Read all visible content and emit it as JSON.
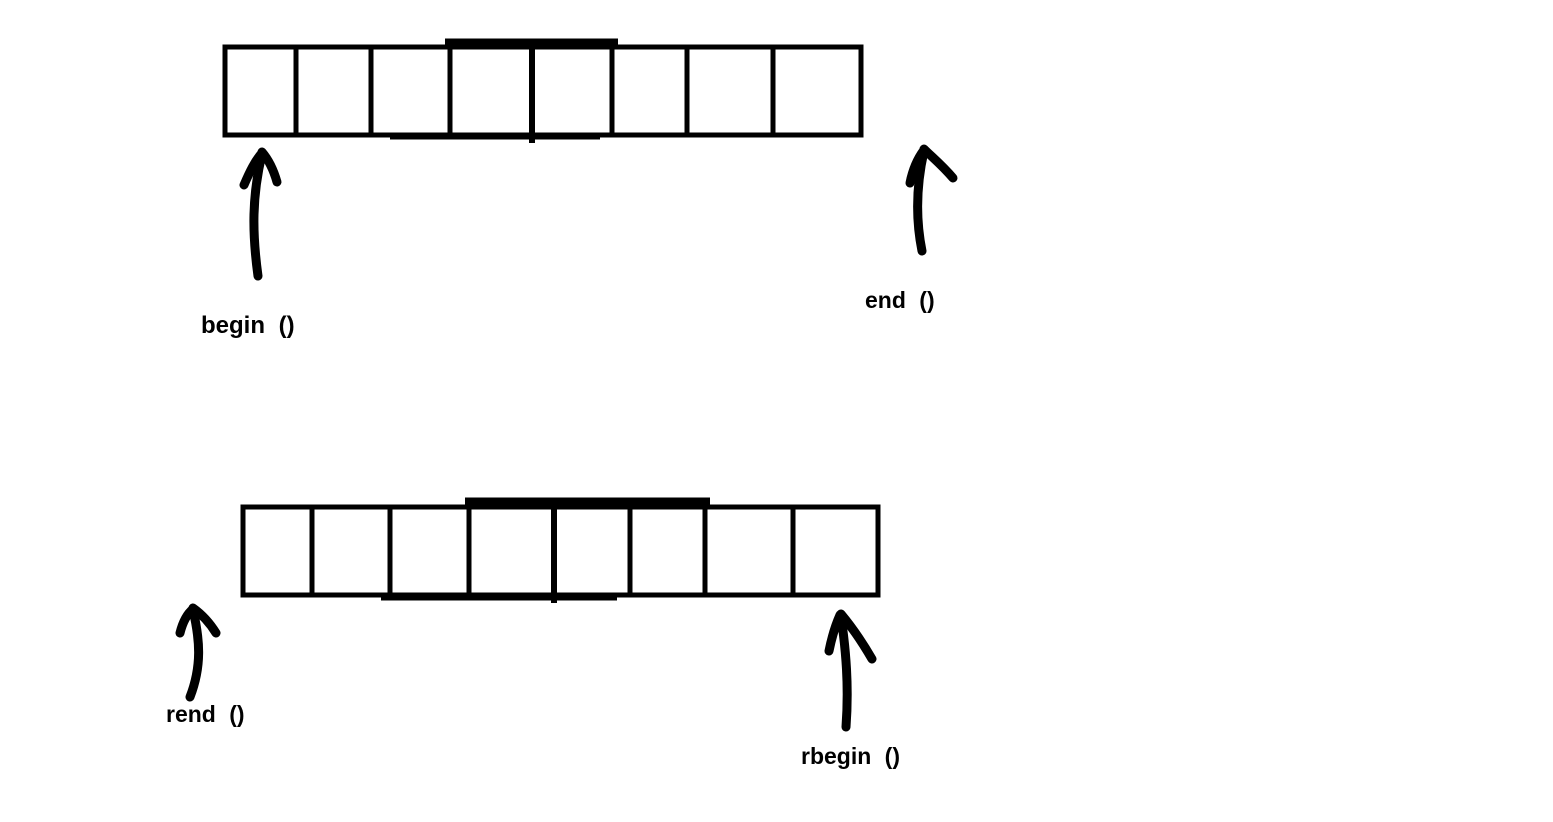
{
  "diagram": {
    "background_color": "#ffffff",
    "ink_color": "#000000",
    "arrays": [
      {
        "name": "top-array",
        "cells": 8
      },
      {
        "name": "bottom-array",
        "cells": 8
      }
    ],
    "labels": {
      "begin": "begin ()",
      "end": "end ()",
      "rend": "rend ()",
      "rbegin": "rbegin ()"
    }
  }
}
